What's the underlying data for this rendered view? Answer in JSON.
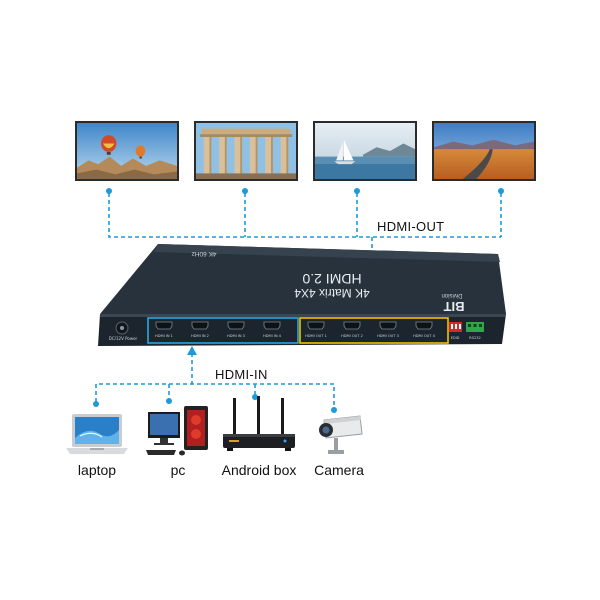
{
  "outputs_label": "HDMI-OUT",
  "inputs_label": "HDMI-IN",
  "colors": {
    "connector": "#1e9ad6",
    "inputs_box": "#2aa7e0",
    "outputs_box": "#f2c200",
    "device_body": "#1f2a33"
  },
  "device": {
    "title": "HDMI 2.0",
    "subtitle": "4K Matrix 4X4",
    "top_tag": "4K 60Hz",
    "brand": "BIT",
    "brand_sub": "Division",
    "power_label": "DC/12V Power",
    "input_ports": [
      "HDMI IN 1",
      "HDMI IN 2",
      "HDMI IN 3",
      "HDMI IN 4"
    ],
    "output_ports": [
      "HDMI OUT 1",
      "HDMI OUT 2",
      "HDMI OUT 3",
      "HDMI OUT 4"
    ],
    "edid_label": "EDID",
    "rs232_label": "RS232"
  },
  "displays": [
    {
      "name": "hot-air-balloons"
    },
    {
      "name": "ancient-columns"
    },
    {
      "name": "sailboat-lake"
    },
    {
      "name": "desert-road"
    }
  ],
  "sources": [
    {
      "label": "laptop",
      "icon": "laptop-icon"
    },
    {
      "label": "pc",
      "icon": "desktop-pc-icon"
    },
    {
      "label": "Android box",
      "icon": "android-box-icon"
    },
    {
      "label": "Camera",
      "icon": "camera-icon"
    }
  ]
}
